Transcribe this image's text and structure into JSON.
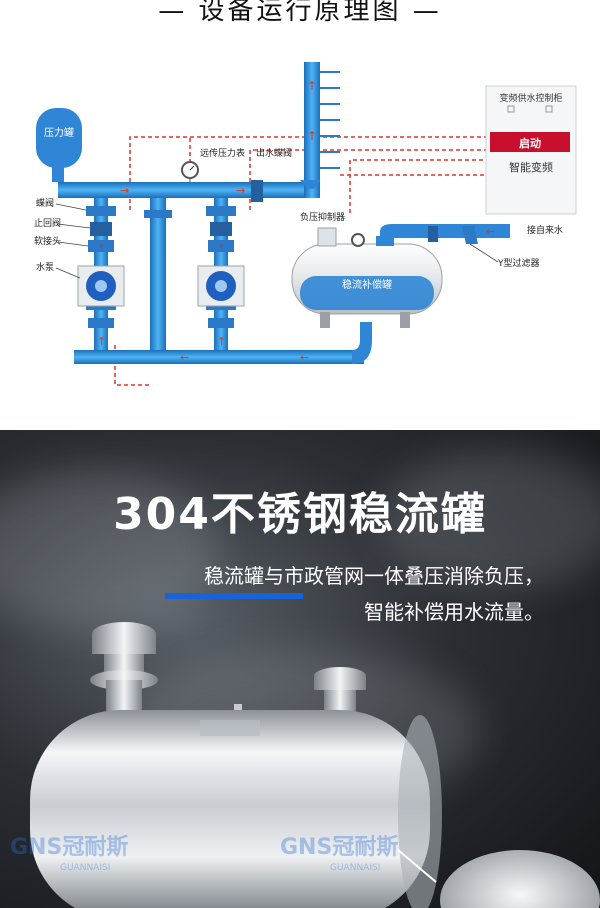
{
  "header": {
    "title": "— 设备运行原理图 —"
  },
  "diagram": {
    "labels": {
      "pressure_tank": "压力罐",
      "butterfly_valve": "蝶阀",
      "check_valve": "止回阀",
      "soft_joint": "软接头",
      "water_pump": "水泵",
      "remote_gauge": "远传压力表",
      "outlet_valve": "出水蝶阀",
      "neg_pressure": "负压抑制器",
      "buffer_tank": "稳流补偿罐",
      "y_filter": "Y型过滤器",
      "inlet": "接自来水"
    },
    "cabinet": {
      "title": "变频供水控制柜",
      "start_button": "启动",
      "caption": "智能变频"
    }
  },
  "product": {
    "title": "304不锈钢稳流罐",
    "desc_line1": "稳流罐与市政管网一体叠压消除负压，",
    "desc_line2": "智能补偿用水流量。",
    "watermark": "GNS冠耐斯",
    "watermark_sub": "GUANNAISI"
  },
  "colors": {
    "pipe": "#2f9be8",
    "pipe_dark": "#1b6fb8",
    "signal": "#d9362b",
    "button": "#c8102e",
    "accent": "#1763d8"
  }
}
